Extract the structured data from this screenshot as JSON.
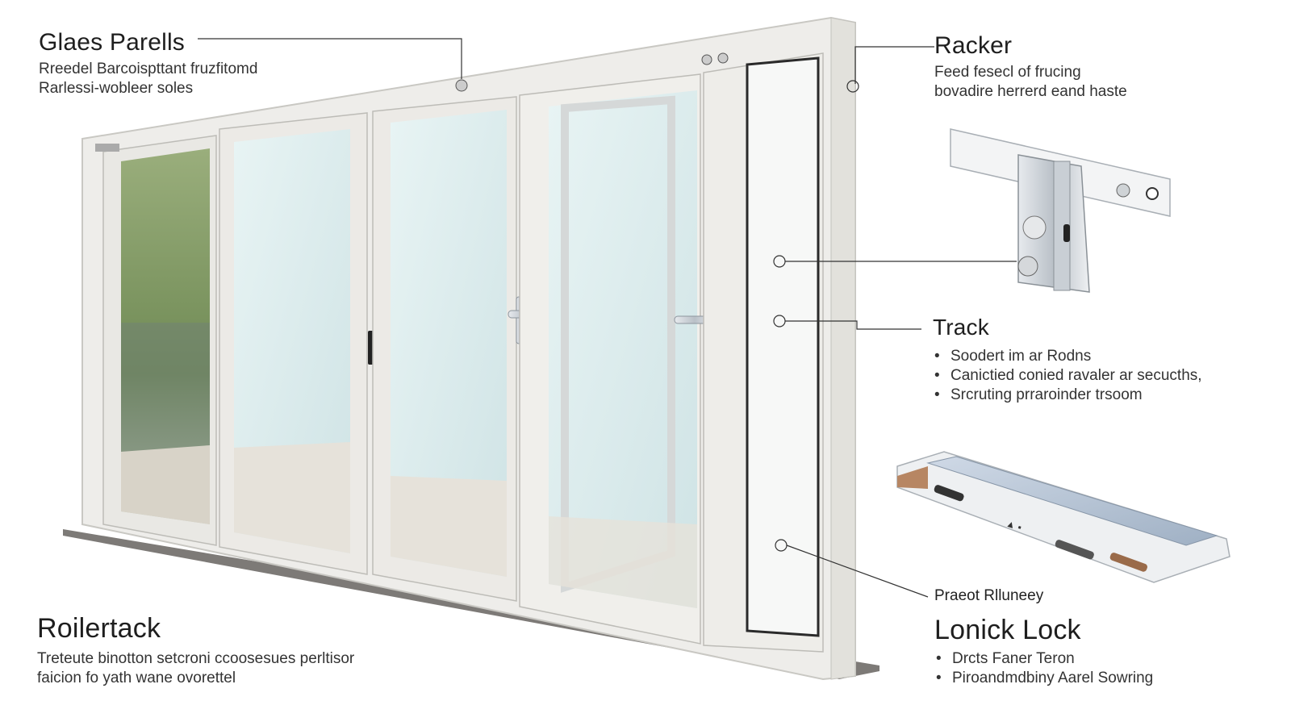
{
  "callouts": {
    "glass_panels": {
      "title": "Glaes Parells",
      "lines": [
        "Rreedel Barcoispttant fruzfitomd",
        "Rarlessi-wobleer soles"
      ]
    },
    "rocker": {
      "title": "Racker",
      "lines": [
        "Feed fesecl of frucing",
        "bovadire herrerd eand haste"
      ]
    },
    "track": {
      "title": "Track",
      "bullets": [
        "Soodert im ar Rodns",
        "Canictied conied ravaler ar secucths,",
        "Srcruting prraroinder trsoom"
      ]
    },
    "roller_track": {
      "title": "Roilertack",
      "lines": [
        "Treteute binotton setcroni ccoosesues perltisor",
        "faicion fo yath wane ovorettel"
      ]
    },
    "roller_label": "Praeot Rlluneey",
    "lock": {
      "title": "Lonick Lock",
      "bullets": [
        "Drcts Faner Teron",
        "Piroandmdbiny Aarel Sowring"
      ]
    }
  },
  "colors": {
    "frame": "#eeedea",
    "frame_edge": "#c9c8c3",
    "glass": "#dfeeee",
    "metal": "#b8bfc6",
    "floor_strip": "#7d7a77",
    "leader": "#333333"
  }
}
